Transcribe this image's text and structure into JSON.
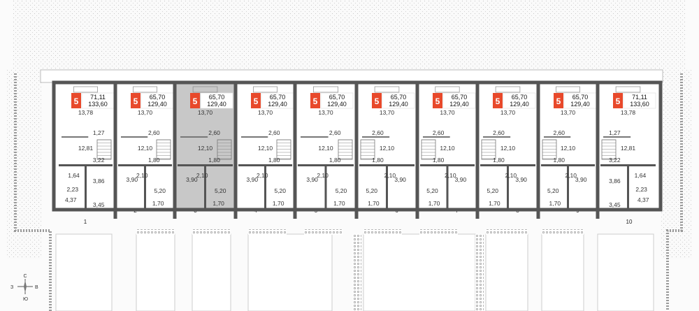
{
  "compass": {
    "north": "С",
    "south": "Ю",
    "west": "З",
    "east": "В"
  },
  "colors": {
    "badge": "#e8492b",
    "wall": "#555555",
    "highlight": "#c8c8c8",
    "ground": "#f2f2f2"
  },
  "units": [
    {
      "number": "1",
      "floor": "5",
      "living_area": "71,11",
      "total_area": "133,60",
      "highlighted": false,
      "rooms": [
        "13,78",
        "1,27",
        "12,81",
        "3,22",
        "1,64",
        "3,86",
        "2,23",
        "4,37",
        "3,45"
      ]
    },
    {
      "number": "2",
      "floor": "5",
      "living_area": "65,70",
      "total_area": "129,40",
      "highlighted": false,
      "rooms": [
        "13,70",
        "2,60",
        "12,10",
        "1,80",
        "2,10",
        "3,90",
        "5,20",
        "1,70"
      ]
    },
    {
      "number": "3",
      "floor": "5",
      "living_area": "65,70",
      "total_area": "129,40",
      "highlighted": true,
      "rooms": [
        "13,70",
        "2,60",
        "12,10",
        "1,80",
        "2,10",
        "3,90",
        "5,20",
        "1,70"
      ]
    },
    {
      "number": "4",
      "floor": "5",
      "living_area": "65,70",
      "total_area": "129,40",
      "highlighted": false,
      "rooms": [
        "13,70",
        "2,60",
        "12,10",
        "1,80",
        "2,10",
        "3,90",
        "5,20",
        "1,70"
      ]
    },
    {
      "number": "5",
      "floor": "5",
      "living_area": "65,70",
      "total_area": "129,40",
      "highlighted": false,
      "rooms": [
        "13,70",
        "2,60",
        "12,10",
        "1,80",
        "2,10",
        "3,90",
        "5,20",
        "1,70"
      ]
    },
    {
      "number": "6",
      "floor": "5",
      "living_area": "65,70",
      "total_area": "129,40",
      "highlighted": false,
      "rooms": [
        "13,70",
        "2,60",
        "12,10",
        "1,80",
        "2,10",
        "3,90",
        "5,20",
        "1,70"
      ]
    },
    {
      "number": "7",
      "floor": "5",
      "living_area": "65,70",
      "total_area": "129,40",
      "highlighted": false,
      "rooms": [
        "13,70",
        "2,60",
        "12,10",
        "1,80",
        "2,10",
        "3,90",
        "5,20",
        "1,70"
      ]
    },
    {
      "number": "8",
      "floor": "5",
      "living_area": "65,70",
      "total_area": "129,40",
      "highlighted": false,
      "rooms": [
        "13,70",
        "2,60",
        "12,10",
        "1,80",
        "2,10",
        "3,90",
        "5,20",
        "1,70"
      ]
    },
    {
      "number": "9",
      "floor": "5",
      "living_area": "65,70",
      "total_area": "129,40",
      "highlighted": false,
      "rooms": [
        "13,70",
        "2,60",
        "12,10",
        "1,80",
        "2,10",
        "3,90",
        "5,20",
        "1,70"
      ]
    },
    {
      "number": "10",
      "floor": "5",
      "living_area": "71,11",
      "total_area": "133,60",
      "highlighted": false,
      "rooms": [
        "13,78",
        "1,27",
        "12,81",
        "3,22",
        "1,64",
        "3,86",
        "2,23",
        "4,37",
        "3,45"
      ]
    }
  ]
}
